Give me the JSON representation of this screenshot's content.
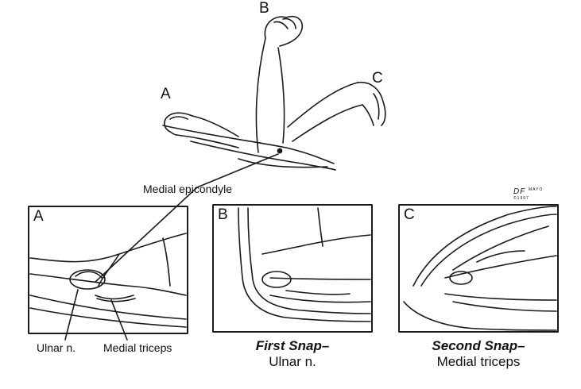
{
  "top": {
    "position_a": "A",
    "position_b": "B",
    "position_c": "C",
    "landmark_label": "Medial epicondyle"
  },
  "signature": {
    "initials": "DF",
    "org": "MAYO",
    "year": "©1997"
  },
  "panels": [
    {
      "letter": "A",
      "labels": [
        "Ulnar n.",
        "Medial triceps"
      ]
    },
    {
      "letter": "B",
      "caption_bold": "First Snap–",
      "caption_rest": "Ulnar n."
    },
    {
      "letter": "C",
      "caption_bold": "Second Snap–",
      "caption_rest": "Medial triceps"
    }
  ]
}
